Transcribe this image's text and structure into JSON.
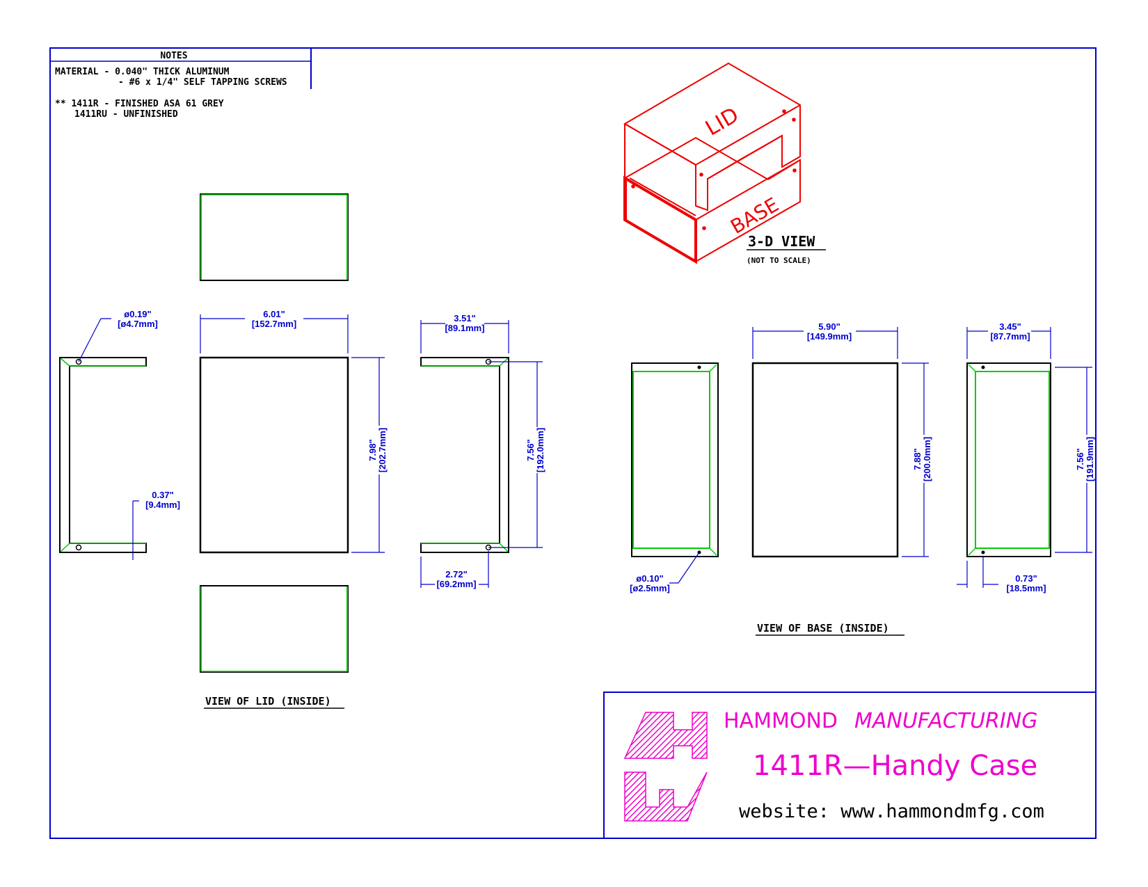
{
  "notes": {
    "heading": "NOTES",
    "line1": "MATERIAL - 0.040\" THICK ALUMINUM",
    "line2": "- #6 x 1/4\" SELF TAPPING SCREWS",
    "line3": "** 1411R - FINISHED ASA 61 GREY",
    "line4": "1411RU - UNFINISHED"
  },
  "view3d": {
    "lid_label": "LID",
    "base_label": "BASE",
    "title": "3-D VIEW",
    "subtitle": "(NOT TO SCALE)"
  },
  "lid": {
    "hole_dia": "ø0.19\"",
    "hole_dia_mm": "[ø4.7mm]",
    "width": "6.01\"",
    "width_mm": "[152.7mm]",
    "height": "7.98\"",
    "height_mm": "[202.7mm]",
    "flange": "0.37\"",
    "flange_mm": "[9.4mm]",
    "side_width": "3.51\"",
    "side_width_mm": "[89.1mm]",
    "side_height": "7.56\"",
    "side_height_mm": "[192.0mm]",
    "hole_offset": "2.72\"",
    "hole_offset_mm": "[69.2mm]",
    "caption": "VIEW OF LID (INSIDE)"
  },
  "base": {
    "width": "5.90\"",
    "width_mm": "[149.9mm]",
    "height": "7.88\"",
    "height_mm": "[200.0mm]",
    "side_width": "3.45\"",
    "side_width_mm": "[87.7mm]",
    "side_height": "7.56\"",
    "side_height_mm": "[191.9mm]",
    "hole_dia": "ø0.10\"",
    "hole_dia_mm": "[ø2.5mm]",
    "hole_offset": "0.73\"",
    "hole_offset_mm": "[18.5mm]",
    "caption": "VIEW OF BASE (INSIDE)"
  },
  "title_block": {
    "company": "HAMMOND",
    "company2": "MANUFACTURING",
    "product": "1411R—Handy Case",
    "website": "website: www.hammondmfg.com"
  },
  "colors": {
    "border": "#0000cc",
    "dimension": "#0000cc",
    "iso": "#ee0000",
    "edge": "#00cc00",
    "brand": "#ee00cc"
  }
}
